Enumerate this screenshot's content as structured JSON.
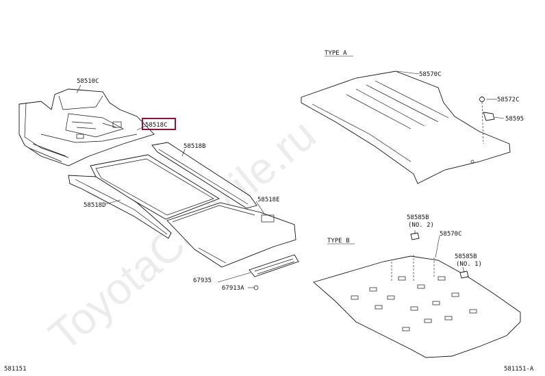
{
  "watermark": "ToyotaCarMile.ru",
  "sections": {
    "type_a": "TYPE A",
    "type_b": "TYPE B"
  },
  "parts": {
    "p58510c": "58510C",
    "p58518c": "58518C",
    "p58518b": "58518B",
    "p58518d": "58518D",
    "p58518e": "58518E",
    "p67935": "67935",
    "p67913a": "67913A",
    "p58570c_a": "58570C",
    "p58572c": "58572C",
    "p58595": "58595",
    "p58585b_no2": "58585B",
    "no2": "(NO. 2)",
    "p58570c_b": "58570C",
    "p58585b_no1": "58585B",
    "no1": "(NO. 1)"
  },
  "footer": {
    "left": "581151",
    "right": "581151-A"
  },
  "highlight_color": "#8b1538"
}
